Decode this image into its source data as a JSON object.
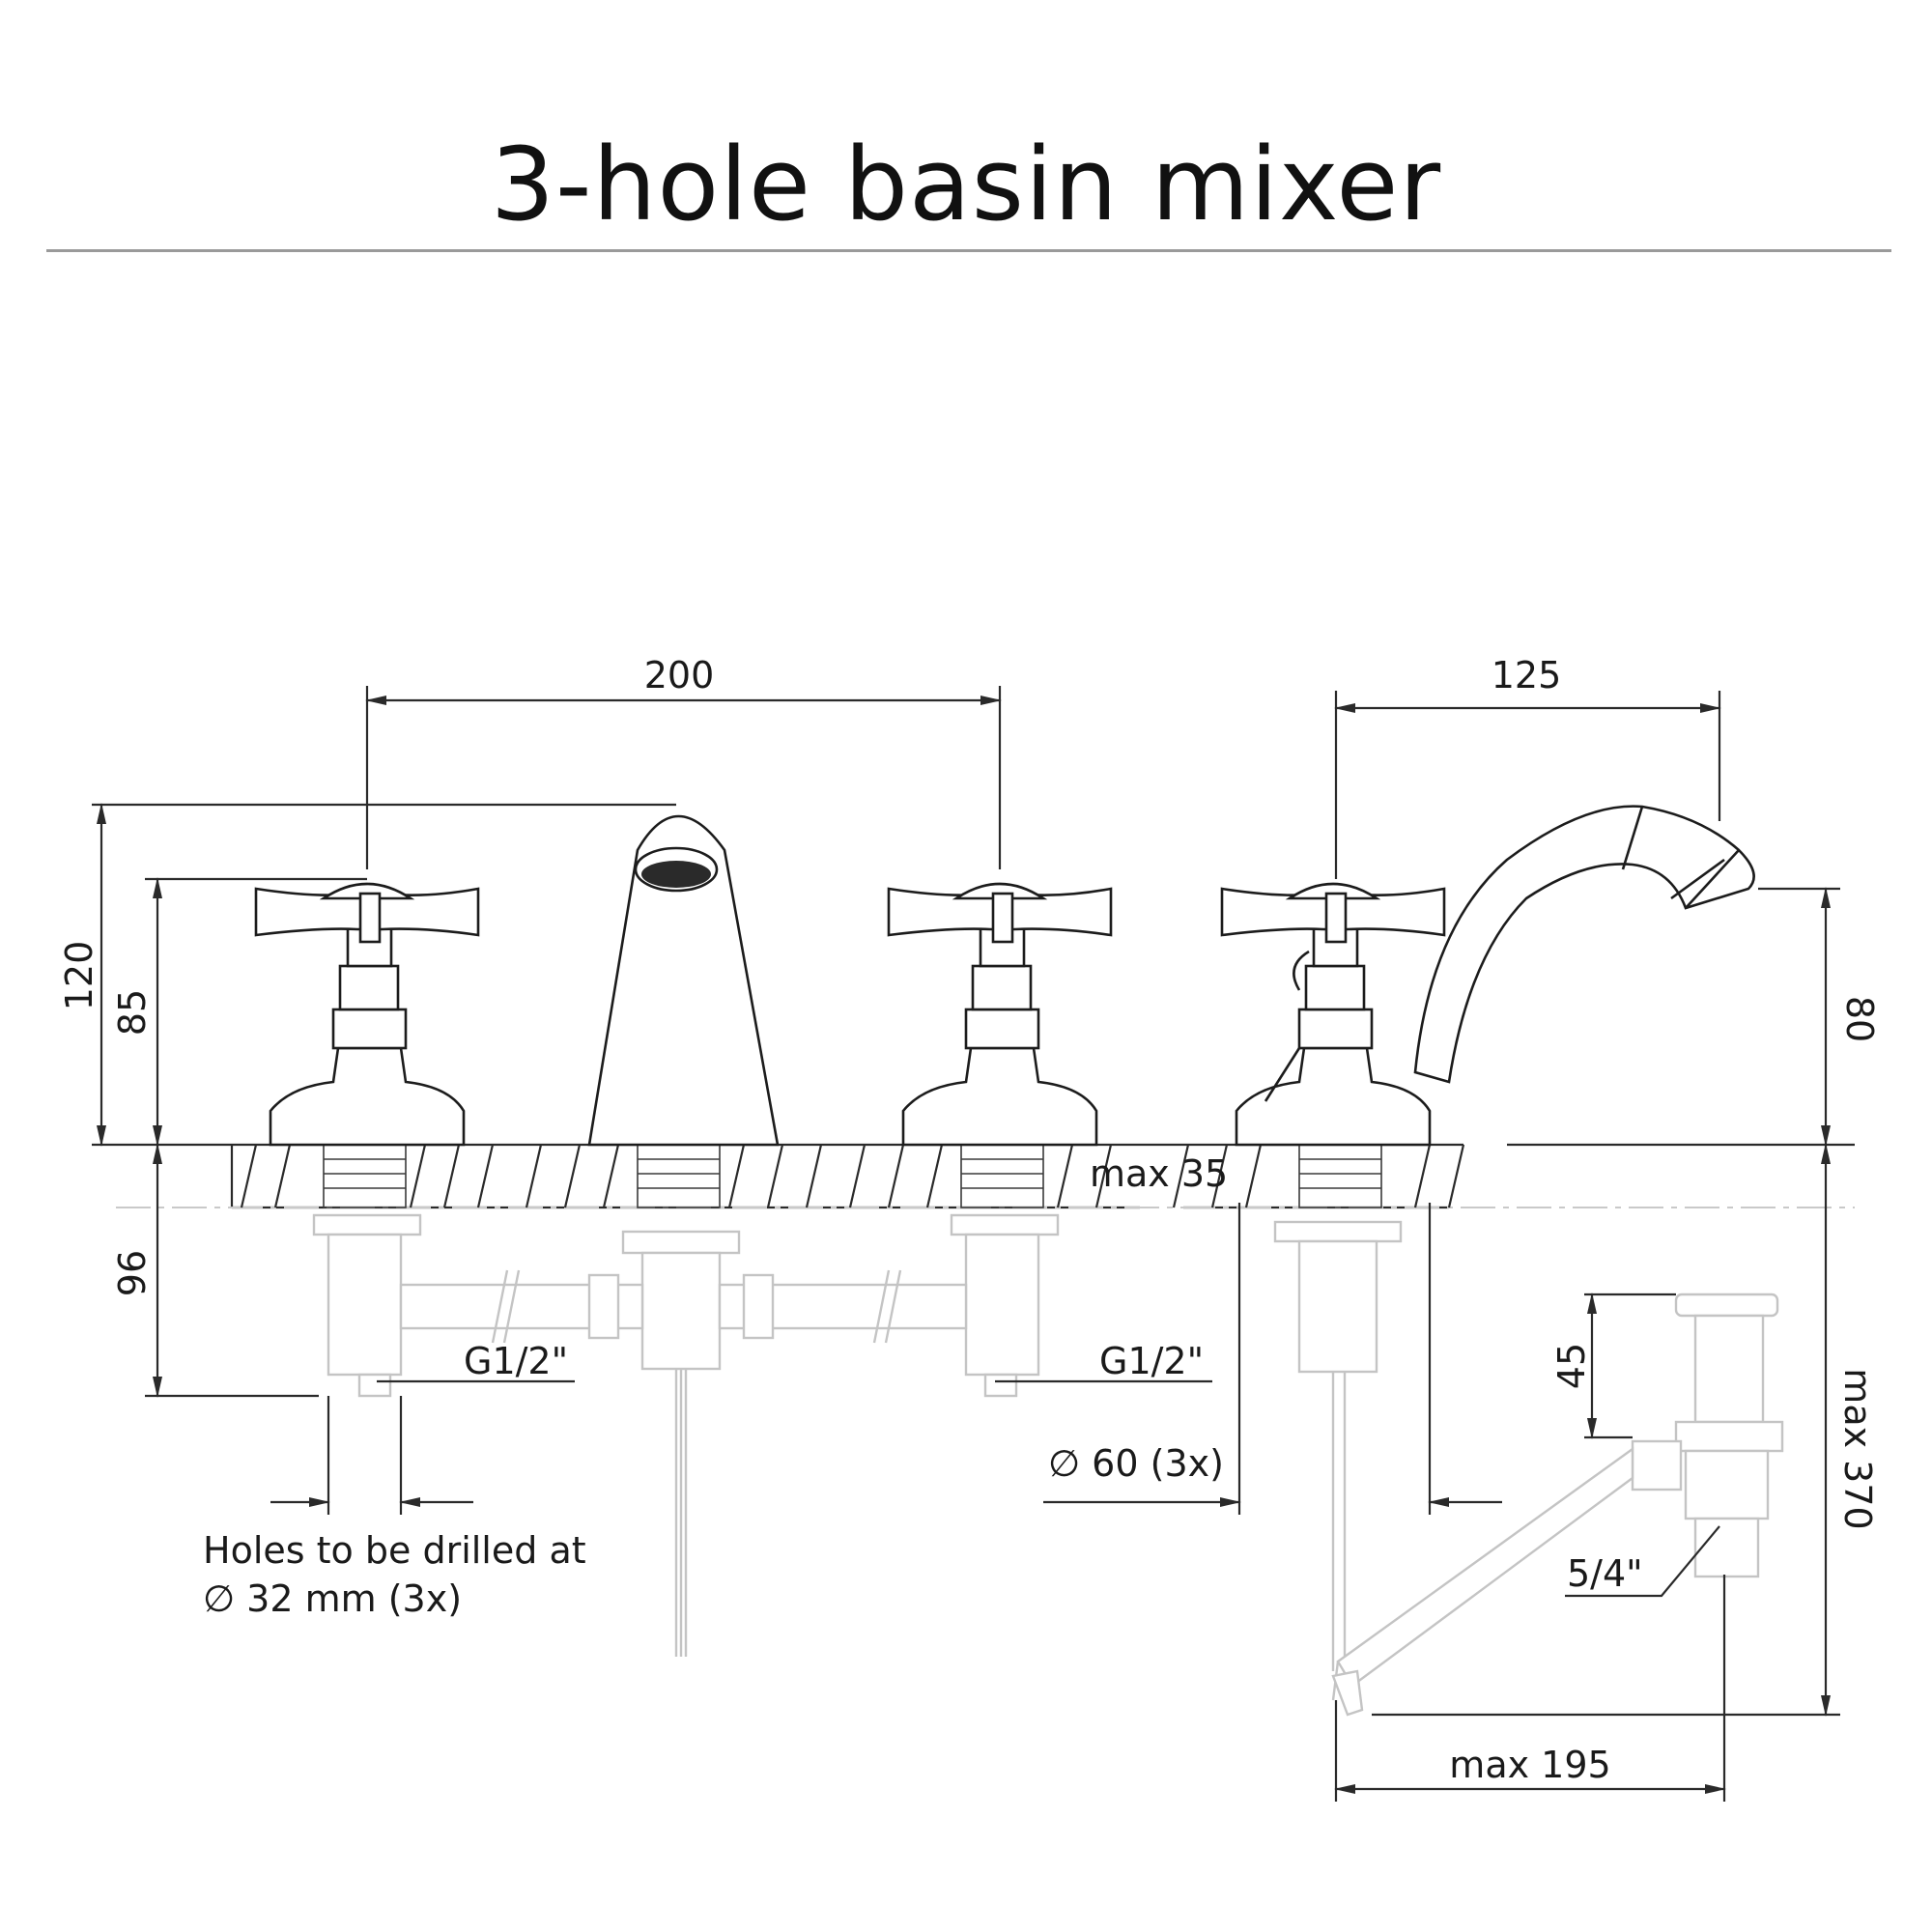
{
  "title": "3-hole basin mixer",
  "dimensions": {
    "handle_spacing": "200",
    "reach_side": "125",
    "height_overall": "120",
    "height_handle": "85",
    "height_side": "80",
    "below_deck": "96",
    "deck_thickness": "max 35",
    "thread_left": "G1/2\"",
    "thread_right": "G1/2\"",
    "base_diameter": "∅ 60 (3x)",
    "waste_height": "45",
    "total_depth": "max 370",
    "waste_thread": "5/4\"",
    "waste_reach": "max 195"
  },
  "notes": {
    "holes_line1": "Holes to be drilled at",
    "holes_line2": "∅  32 mm (3x)"
  }
}
